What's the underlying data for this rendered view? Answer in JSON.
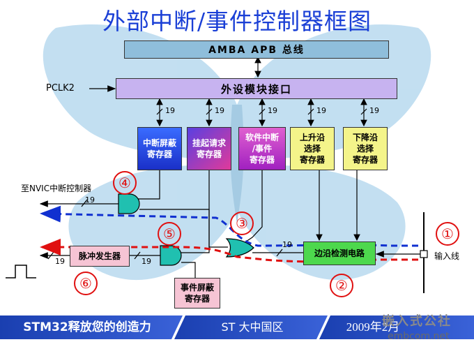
{
  "title": "外部中断/事件控制器框图",
  "amba_bus": "AMBA APB 总线",
  "pclk": "PCLK2",
  "peripheral_interface": "外设模块接口",
  "bus_width": "19",
  "registers": {
    "interrupt_mask": "中断屏蔽\n寄存器",
    "pending_request": "挂起请求\n寄存器",
    "software_interrupt_event": "软件中断\n/事件\n寄存器",
    "rising_edge_select": "上升沿\n选择\n寄存器",
    "falling_edge_select": "下降沿\n选择\n寄存器",
    "event_mask": "事件屏蔽\n寄存器"
  },
  "edge_detect": "边沿检测电路",
  "pulse_generator": "脉冲发生器",
  "nvic_label": "至NVIC中断控制器",
  "input_line": "输入线",
  "markers": [
    "①",
    "②",
    "③",
    "④",
    "⑤",
    "⑥"
  ],
  "footer": {
    "left": "STM32释放您的创造力",
    "middle": "ST 大中国区",
    "right": "2009年2月"
  },
  "watermark": {
    "text": "嵌入式公社",
    "url": "embcom.net"
  },
  "colors": {
    "title_blue": "#1a3fd6",
    "bus_fill": "#8fbedb",
    "interface_fill": "#c7b3f0",
    "red_path": "#e01010",
    "blue_path": "#1030d0"
  }
}
